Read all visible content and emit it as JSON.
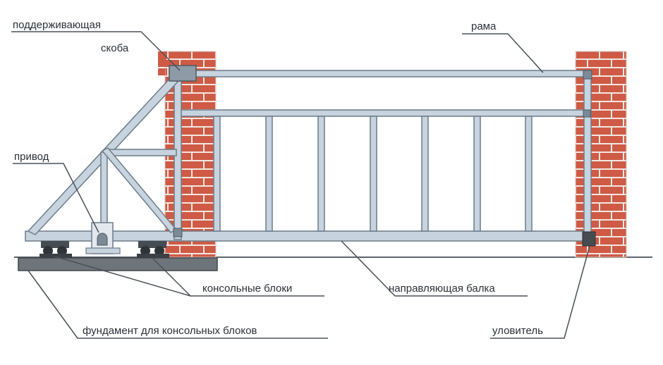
{
  "labels": {
    "support_bracket_line1": "поддерживающая",
    "support_bracket_line2": "скоба",
    "frame": "рама",
    "drive": "привод",
    "cantilever_blocks": "консольные блоки",
    "guide_beam": "направляющая балка",
    "foundation": "фундамент для консольных блоков",
    "catcher": "уловитель"
  },
  "colors": {
    "brick": "#cf5a45",
    "mortar": "#f1e7e2",
    "steel": "#c7d3de",
    "steel_edge": "#6c7c8a",
    "foundation": "#6d757b",
    "roller": "#454c52",
    "leader": "#4a5058"
  }
}
